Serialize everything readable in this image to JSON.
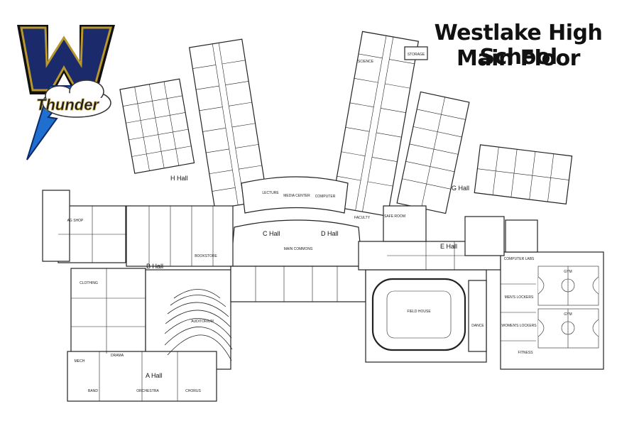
{
  "title": {
    "line1": "Westlake High School",
    "line2": "Main Floor"
  },
  "logo": {
    "text": "Thunder",
    "colors": {
      "navy": "#1a2a6b",
      "gold": "#b8982e",
      "blue": "#1f6fd1"
    }
  },
  "halls": {
    "h": "H Hall",
    "c": "C Hall",
    "d": "D Hall",
    "g": "G Hall",
    "b": "B Hall",
    "e": "E Hall",
    "a": "A Hall"
  },
  "rooms": {
    "storage": "STORAGE",
    "science": "SCIENCE",
    "lecture": "LECTURE",
    "media_center": "MEDIA CENTER",
    "computer": "COMPUTER",
    "faculty": "FACULTY",
    "safe_room": "SAFE ROOM",
    "main_commons": "MAIN COMMONS",
    "bookstore": "BOOKSTORE",
    "ag_shop": "AG SHOP",
    "clothing": "CLOTHING",
    "auditorium": "AUDITORIUM",
    "drama": "DRAMA",
    "band": "BAND",
    "orchestra": "ORCHESTRA",
    "chorus": "CHORUS",
    "field_house": "FIELD HOUSE",
    "dance": "DANCE",
    "gym": "GYM",
    "fitness": "FITNESS",
    "mens_lockers": "MEN'S LOCKERS",
    "womens_lockers": "WOMEN'S LOCKERS",
    "computer_labs": "COMPUTER LABS",
    "mech": "MECH"
  },
  "colors": {
    "line": "#222222",
    "fill": "#ffffff",
    "dark": "#111111"
  }
}
